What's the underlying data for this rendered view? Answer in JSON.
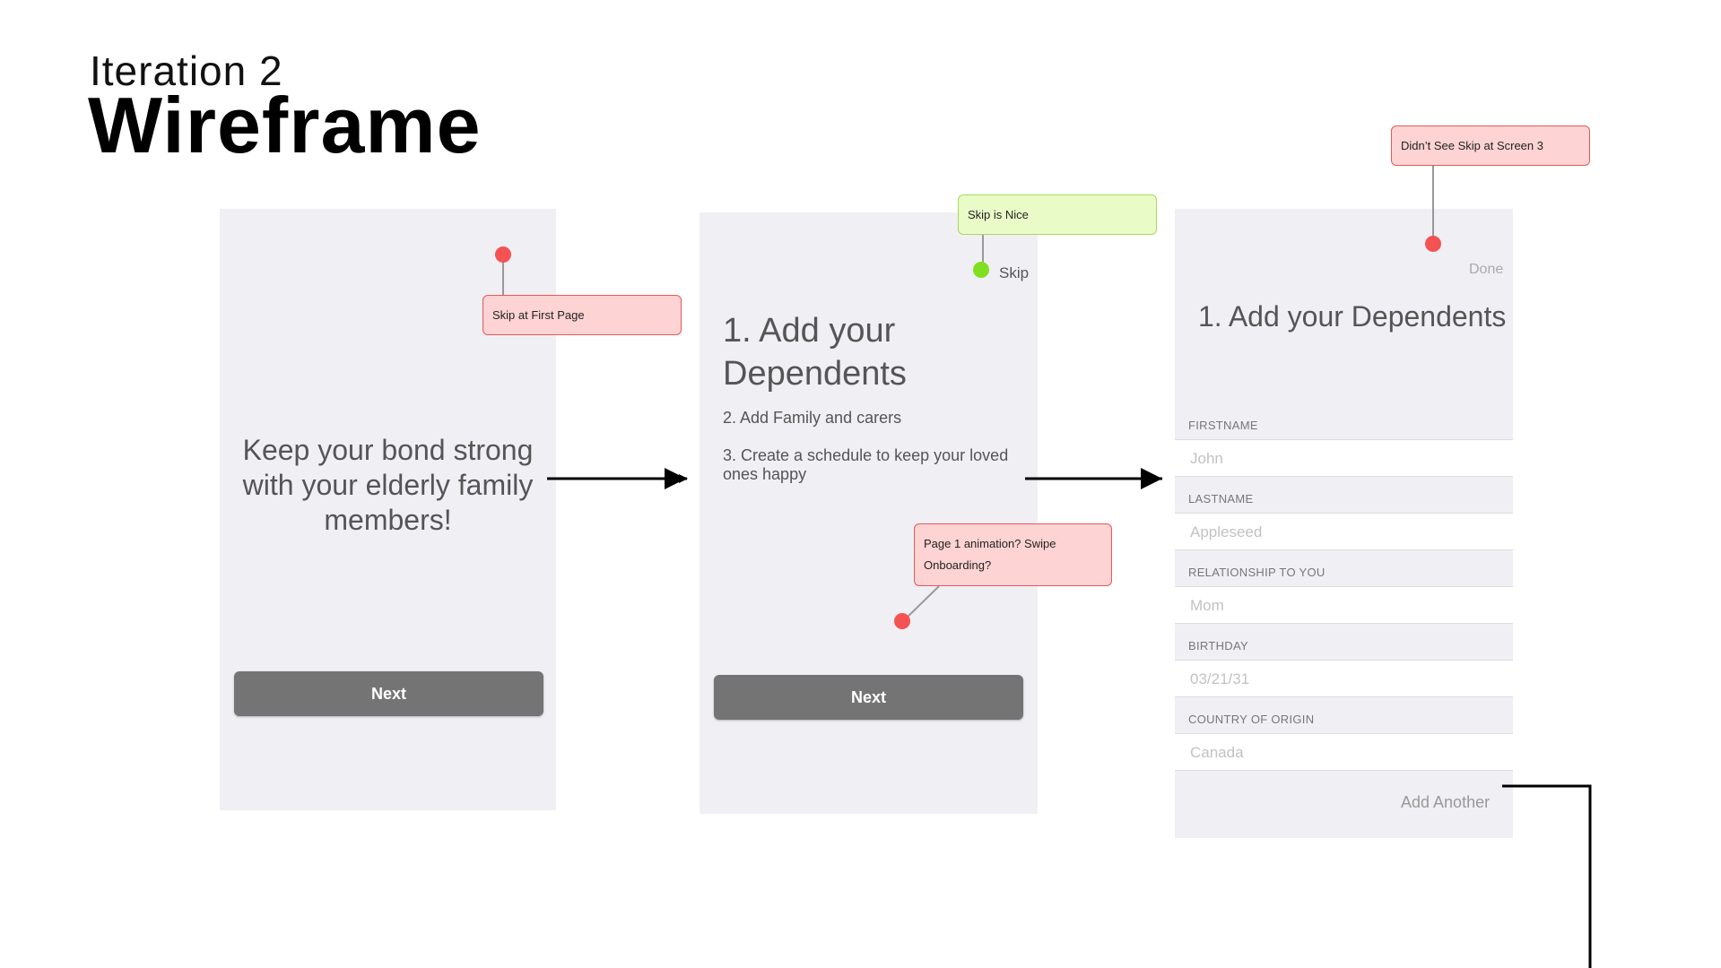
{
  "header": {
    "iteration": "Iteration 2",
    "title": "Wireframe"
  },
  "screen1": {
    "tagline": "Keep your bond strong with your elderly family members!",
    "next_label": "Next"
  },
  "screen2": {
    "skip_label": "Skip",
    "title": "1.  Add your Dependents",
    "step2": "2.  Add Family and carers",
    "step3": "3.  Create a schedule to keep your loved ones happy",
    "next_label": "Next"
  },
  "screen3": {
    "done_label": "Done",
    "title": "1. Add your Dependents",
    "fields": [
      {
        "label": "FIRSTNAME",
        "placeholder": "John"
      },
      {
        "label": "LASTNAME",
        "placeholder": "Appleseed"
      },
      {
        "label": "RELATIONSHIP TO YOU",
        "placeholder": "Mom"
      },
      {
        "label": "BIRTHDAY",
        "placeholder": "03/21/31"
      },
      {
        "label": "COUNTRY OF ORIGIN",
        "placeholder": "Canada"
      }
    ],
    "add_another_label": "Add Another"
  },
  "notes": {
    "skip_first_page": "Skip at First Page",
    "skip_is_nice": "Skip is Nice",
    "page1_animation": "Page 1 animation?  Swipe Onboarding?",
    "didnt_see_skip": "Didn’t See Skip at Screen 3"
  },
  "colors": {
    "screen_bg": "#f0eff4",
    "button": "#747474",
    "red_dot": "#f55353",
    "green_dot": "#7fe020",
    "note_red": "#fed3d3",
    "note_green": "#e9fcc8"
  }
}
